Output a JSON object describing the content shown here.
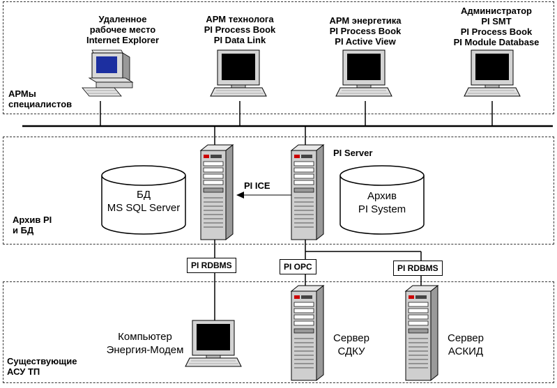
{
  "zones": {
    "workstations": "АРМы\nспециалистов",
    "archive": "Архив PI\nи БД",
    "existing": "Существующие\nАСУ ТП"
  },
  "stations": {
    "remote": "Удаленное\nрабочее место\nInternet Explorer",
    "technologist": "АРМ технолога\nPI Process Book\nPI Data Link",
    "energetic": "АРМ энергетика\nPI Process Book\nPI Active View",
    "admin": "Администратор\nPI SMT\nPI Process Book\nPI Module Database"
  },
  "servers": {
    "pi_server": "PI Server",
    "pi_ice": "PI ICE",
    "sdku": "Сервер\nСДКУ",
    "askid": "Сервер\nАСКИД",
    "modem": "Компьютер\nЭнергия-Модем"
  },
  "databases": {
    "sql": "БД\nMS SQL Server",
    "pi": "Архив\nPI System"
  },
  "interfaces": {
    "rdbms_left": "PI RDBMS",
    "opc": "PI OPC",
    "rdbms_right": "PI RDBMS"
  }
}
